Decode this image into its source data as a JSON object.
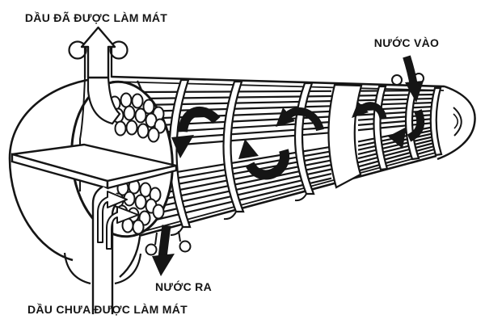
{
  "labels": {
    "oil_cooled": "DẦU ĐÃ ĐƯỢC LÀM MÁT",
    "water_in": "NƯỚC VÀO",
    "water_out": "NƯỚC RA",
    "oil_uncooled": "DẦU CHƯA ĐƯỢC LÀM MÁT"
  },
  "colors": {
    "background": "#ffffff",
    "line": "#151515",
    "arrow_fill": "#151515"
  }
}
